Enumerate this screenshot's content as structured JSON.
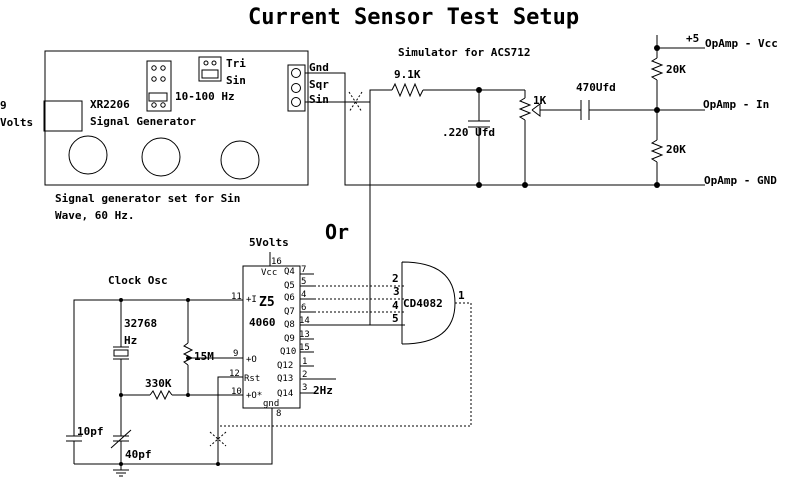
{
  "title": "Current Sensor Test Setup",
  "siggen": {
    "name": "XR2206",
    "subtitle": "Signal Generator",
    "battery_label": "9",
    "battery_label2": "Volts",
    "range": "10-100 Hz",
    "wave_tri": "Tri",
    "wave_sin": "Sin",
    "out_gnd": "Gnd",
    "out_sqr": "Sqr",
    "out_sin": "Sin",
    "note_line1": "Signal generator set for Sin",
    "note_line2": "Wave, 60 Hz."
  },
  "simulator": {
    "title": "Simulator for ACS712",
    "r1": "9.1K",
    "cap": ".220 Ufd",
    "pot": "1K",
    "coupling": "470Ufd",
    "r_top": "20K",
    "r_bot": "20K",
    "vcc_label": "+5",
    "out_vcc": "OpAmp - Vcc",
    "out_in": "OpAmp - In",
    "out_gnd": "OpAmp - GND"
  },
  "or_label": "Or",
  "clock": {
    "title": "Clock  Osc",
    "crystal": "32768",
    "crystal_unit": "Hz",
    "r_feedback": "15M",
    "r_series": "330K",
    "c1": "10pf",
    "c2": "40pf",
    "supply": "5Volts"
  },
  "ic4060": {
    "ref": "Z5",
    "part": "4060",
    "vcc": "Vcc",
    "gnd": "gnd",
    "in_i": "+I",
    "in_o": "+O",
    "in_ostar": "+O*",
    "rst": "Rst",
    "pins": {
      "p16": "16",
      "p11": "11",
      "p9": "9",
      "p12": "12",
      "p10": "10",
      "p8": "8",
      "q4": "Q4",
      "q5": "Q5",
      "q6": "Q6",
      "q7": "Q7",
      "q8": "Q8",
      "q9": "Q9",
      "q10": "Q10",
      "q12": "Q12",
      "q13": "Q13",
      "q14": "Q14",
      "n7": "7",
      "n5": "5",
      "n4": "4",
      "n6": "6",
      "n14": "14",
      "n13": "13",
      "n15": "15",
      "n1": "1",
      "n2": "2",
      "n3": "3"
    },
    "out_label": "2Hz"
  },
  "gate": {
    "part": "CD4082",
    "in1": "2",
    "in2": "3",
    "in3": "4",
    "in4": "5",
    "out": "1"
  }
}
